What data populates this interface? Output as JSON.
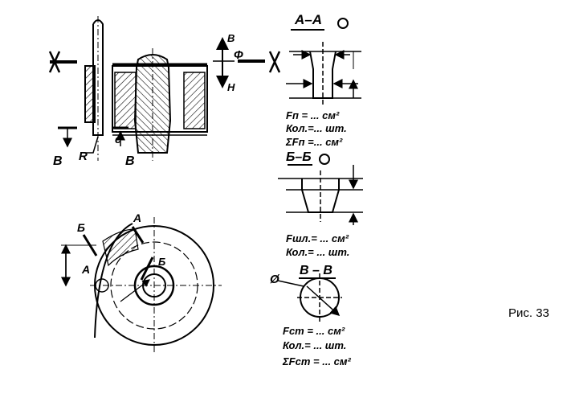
{
  "caption": "Рис. 33",
  "labels": {
    "sec_a": "А–А",
    "sec_b": "Б–Б",
    "sec_v": "В – В",
    "b_left": "В",
    "b_right": "В",
    "r": "R",
    "c": "с",
    "phi": "Ф",
    "v_dir": "В",
    "h_dir": "Н",
    "a_top": "А",
    "a_left": "А",
    "b_small": "Б",
    "b_center": "Б",
    "diam": "Ø"
  },
  "formulas": {
    "a": [
      "Fп = ... см²",
      "Кол.=... шт.",
      "ΣFп =... см²"
    ],
    "b": [
      "Fшл.= ... см²",
      "Кол.= ... шт."
    ],
    "v": [
      "Fст = ... см²",
      "Кол.= ... шт.",
      "ΣFст = ... см²"
    ]
  }
}
